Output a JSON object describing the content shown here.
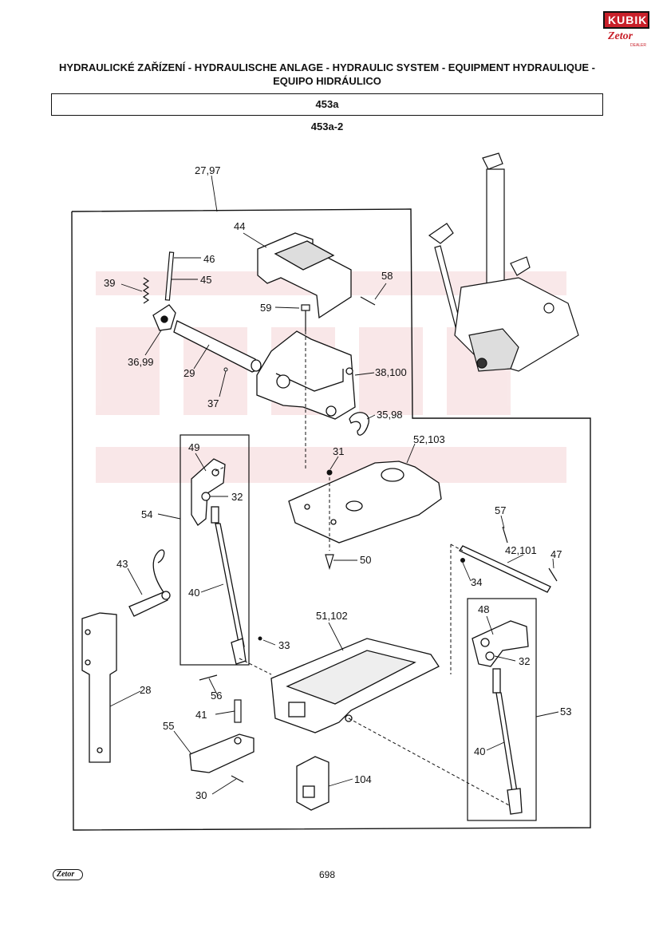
{
  "brand": {
    "top": "KUBIK",
    "bottom": "Zetor",
    "tagline": "DEALER",
    "footer_logo": "Zetor",
    "colors": {
      "red": "#c8202a",
      "ink": "#111111"
    }
  },
  "header": {
    "title_line1": "HYDRAULICKÉ ZAŘÍZENÍ - HYDRAULISCHE ANLAGE - HYDRAULIC SYSTEM - EQUIPMENT HYDRAULIQUE -",
    "title_line2": "EQUIPO HIDRÁULICO",
    "section": "453a",
    "subsection": "453a-2"
  },
  "callouts": {
    "c27": "27,97",
    "c44": "44",
    "c46": "46",
    "c45": "45",
    "c39": "39",
    "c58": "58",
    "c59": "59",
    "c3699": "36,99",
    "c29": "29",
    "c38": "38,100",
    "c37": "37",
    "c3598": "35,98",
    "c49": "49",
    "c52": "52,103",
    "c31": "31",
    "c32a": "32",
    "c54": "54",
    "c57": "57",
    "c50": "50",
    "c42": "42,101",
    "c47": "47",
    "c43": "43",
    "c40a": "40",
    "c34": "34",
    "c48": "48",
    "c51": "51,102",
    "c33": "33",
    "c32b": "32",
    "c28": "28",
    "c56": "56",
    "c53": "53",
    "c41": "41",
    "c55": "55",
    "c40b": "40",
    "c104": "104",
    "c30": "30"
  },
  "footer": {
    "page_number": "698"
  }
}
